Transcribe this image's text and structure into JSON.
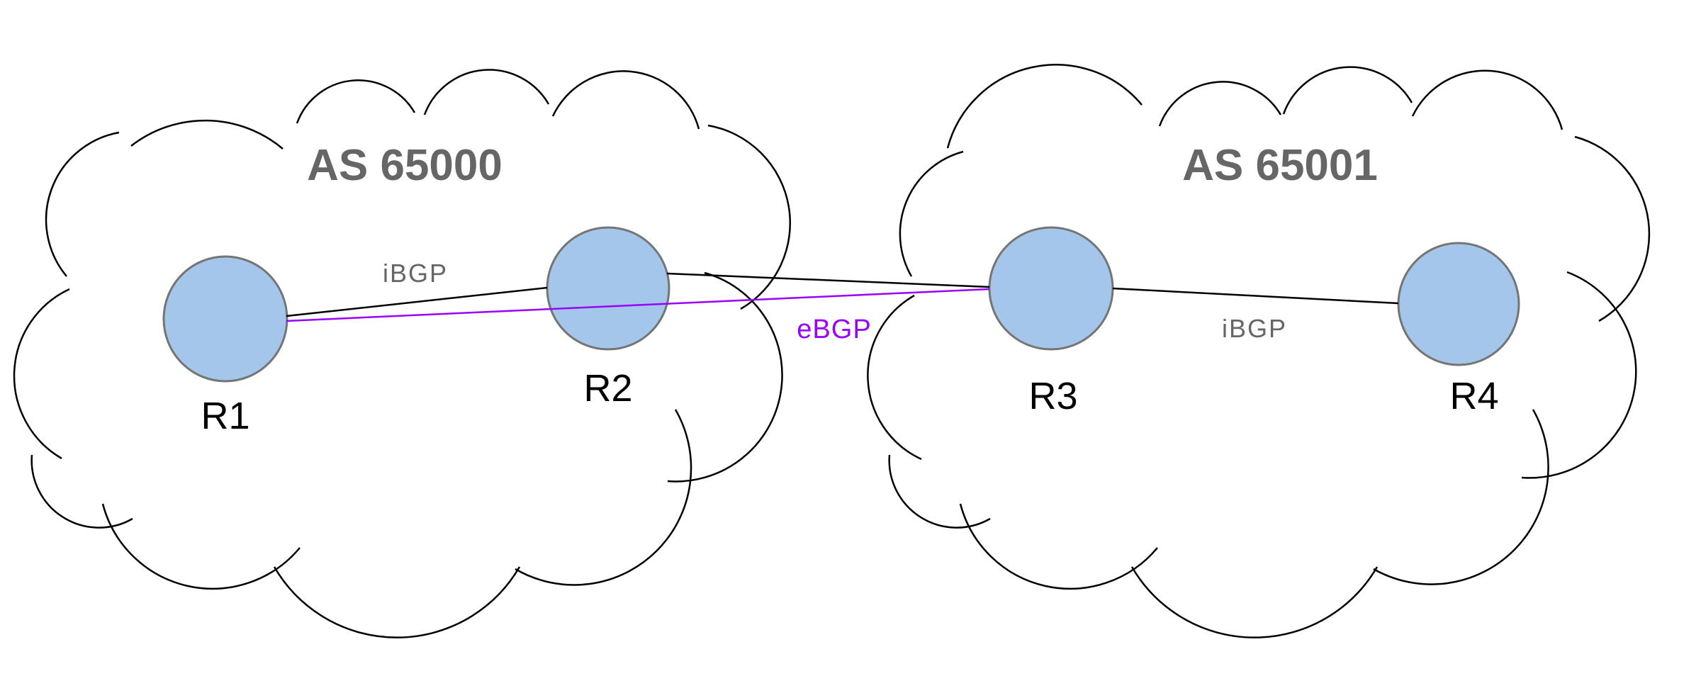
{
  "diagram": {
    "clouds": [
      {
        "id": "as-65000",
        "label": "AS 65000"
      },
      {
        "id": "as-65001",
        "label": "AS 65001"
      }
    ],
    "routers": [
      {
        "id": "r1",
        "label": "R1"
      },
      {
        "id": "r2",
        "label": "R2"
      },
      {
        "id": "r3",
        "label": "R3"
      },
      {
        "id": "r4",
        "label": "R4"
      }
    ],
    "links": [
      {
        "id": "r1-r2",
        "from": "R1",
        "to": "R2",
        "label": "iBGP"
      },
      {
        "id": "r2-r3",
        "from": "R2",
        "to": "R3",
        "label": ""
      },
      {
        "id": "r1-r3",
        "from": "R1",
        "to": "R3",
        "label": "eBGP"
      },
      {
        "id": "r3-r4",
        "from": "R3",
        "to": "R4",
        "label": "iBGP"
      }
    ],
    "colors": {
      "background": "#ffffff",
      "cloud_stroke": "#000000",
      "router_fill": "#a4c6ea",
      "router_stroke": "#757575",
      "link_line": "#000000",
      "ebgp": "#9900ff",
      "as_label": "#666666",
      "edge_label": "#666666",
      "router_label": "#000000"
    }
  }
}
